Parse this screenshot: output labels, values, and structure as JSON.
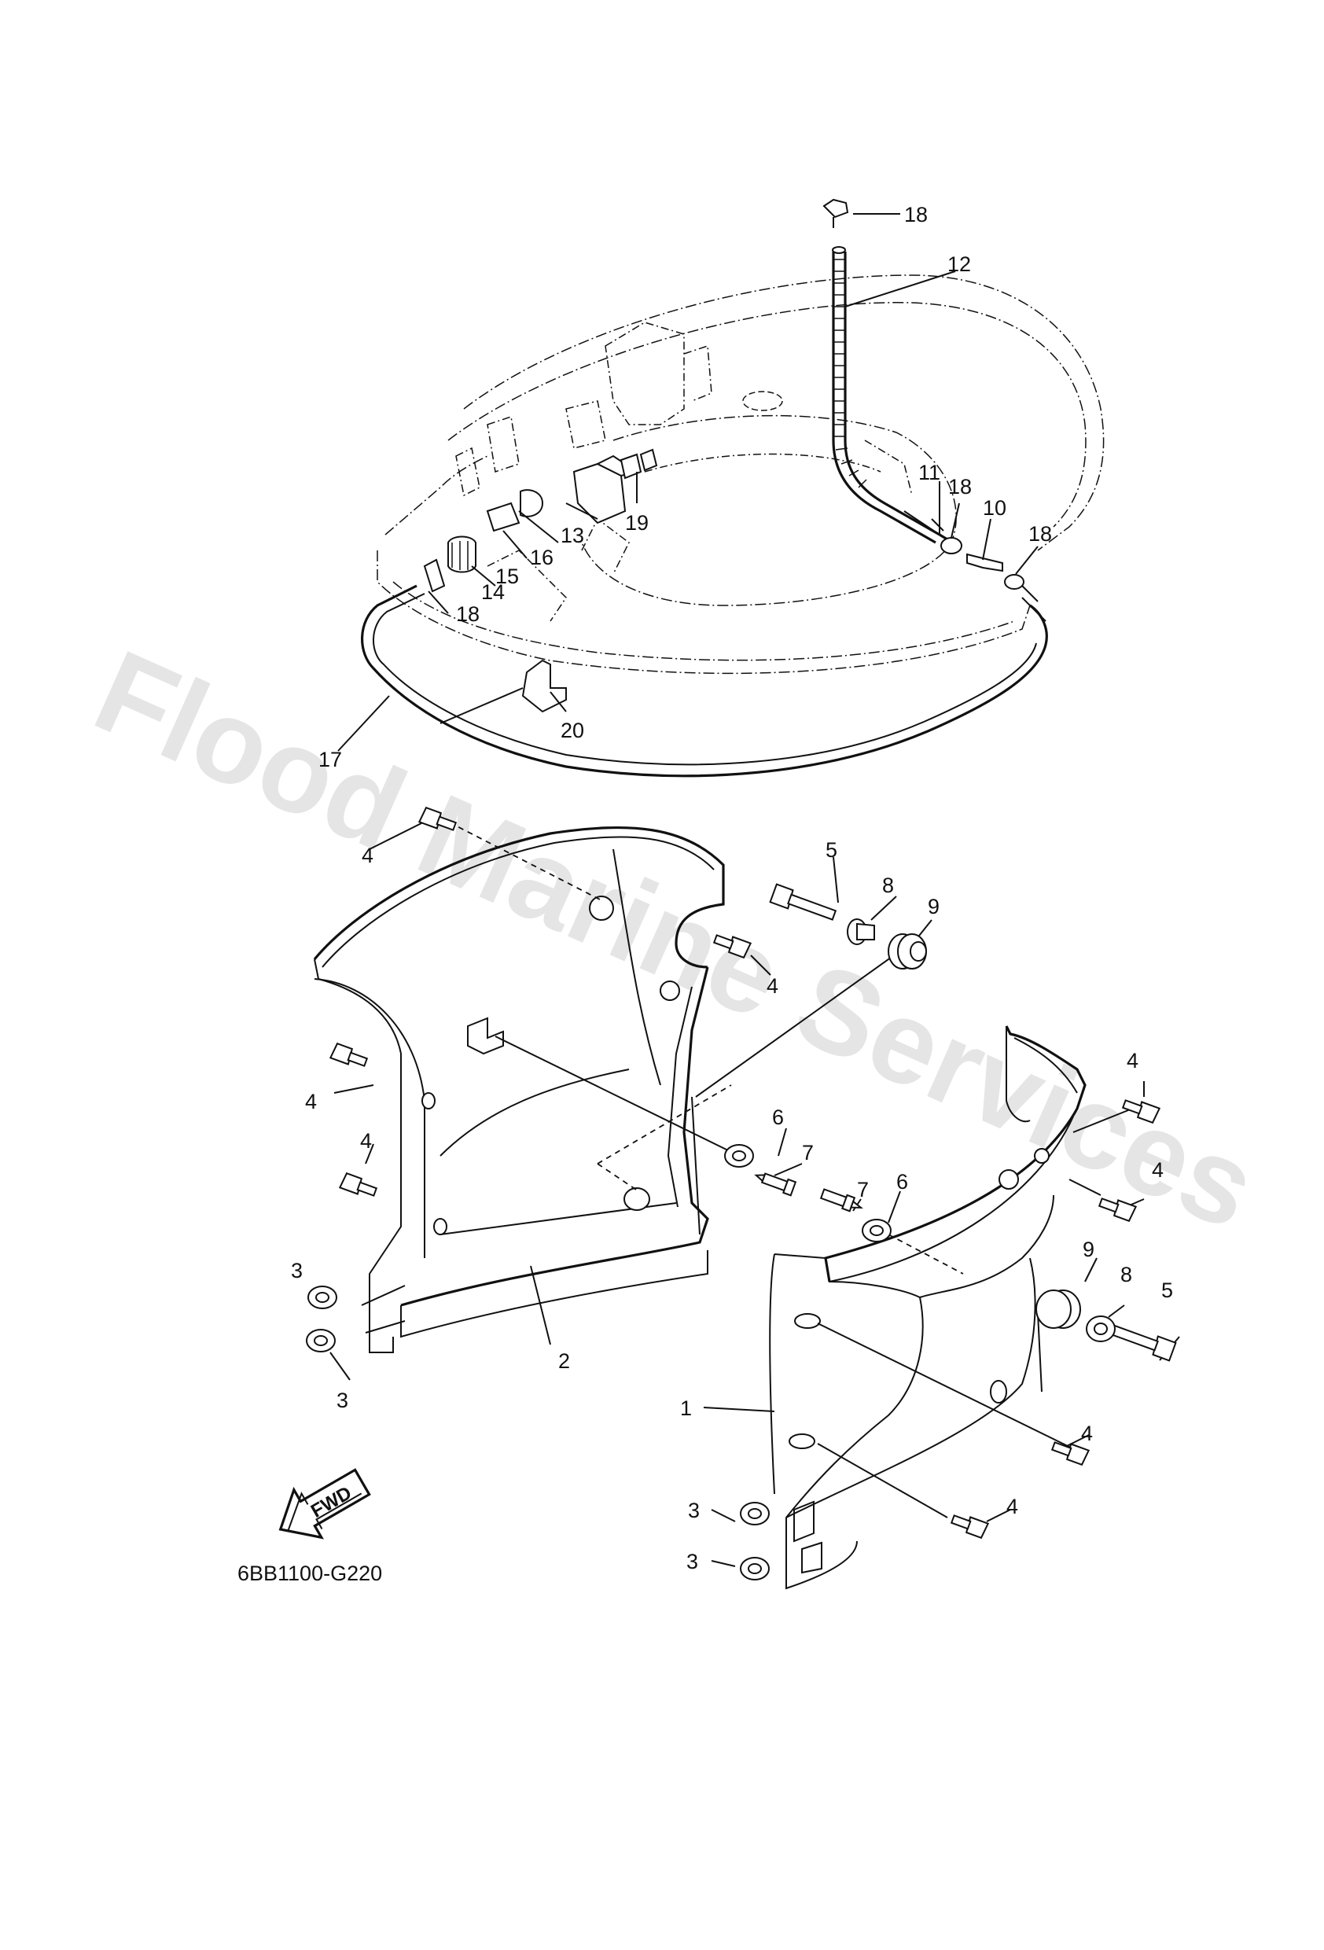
{
  "watermark": "Flood Marine Services",
  "diagram_code": "6BB1100-G220",
  "fwd_label": "FWD",
  "callouts": [
    {
      "id": "c18a",
      "text": "18"
    },
    {
      "id": "c12",
      "text": "12"
    },
    {
      "id": "c11",
      "text": "11"
    },
    {
      "id": "c18b",
      "text": "18"
    },
    {
      "id": "c10",
      "text": "10"
    },
    {
      "id": "c18c",
      "text": "18"
    },
    {
      "id": "c19",
      "text": "19"
    },
    {
      "id": "c13",
      "text": "13"
    },
    {
      "id": "c16",
      "text": "16"
    },
    {
      "id": "c15",
      "text": "15"
    },
    {
      "id": "c14",
      "text": "14"
    },
    {
      "id": "c18d",
      "text": "18"
    },
    {
      "id": "c20",
      "text": "20"
    },
    {
      "id": "c17",
      "text": "17"
    },
    {
      "id": "c4a",
      "text": "4"
    },
    {
      "id": "c5a",
      "text": "5"
    },
    {
      "id": "c8a",
      "text": "8"
    },
    {
      "id": "c9a",
      "text": "9"
    },
    {
      "id": "c4b",
      "text": "4"
    },
    {
      "id": "c4c",
      "text": "4"
    },
    {
      "id": "c4d",
      "text": "4"
    },
    {
      "id": "c3a",
      "text": "3"
    },
    {
      "id": "c3b",
      "text": "3"
    },
    {
      "id": "c2",
      "text": "2"
    },
    {
      "id": "c6a",
      "text": "6"
    },
    {
      "id": "c7a",
      "text": "7"
    },
    {
      "id": "c7b",
      "text": "7"
    },
    {
      "id": "c6b",
      "text": "6"
    },
    {
      "id": "c4e",
      "text": "4"
    },
    {
      "id": "c4f",
      "text": "4"
    },
    {
      "id": "c9b",
      "text": "9"
    },
    {
      "id": "c8b",
      "text": "8"
    },
    {
      "id": "c5b",
      "text": "5"
    },
    {
      "id": "c1",
      "text": "1"
    },
    {
      "id": "c4g",
      "text": "4"
    },
    {
      "id": "c4h",
      "text": "4"
    },
    {
      "id": "c3c",
      "text": "3"
    },
    {
      "id": "c3d",
      "text": "3"
    }
  ]
}
